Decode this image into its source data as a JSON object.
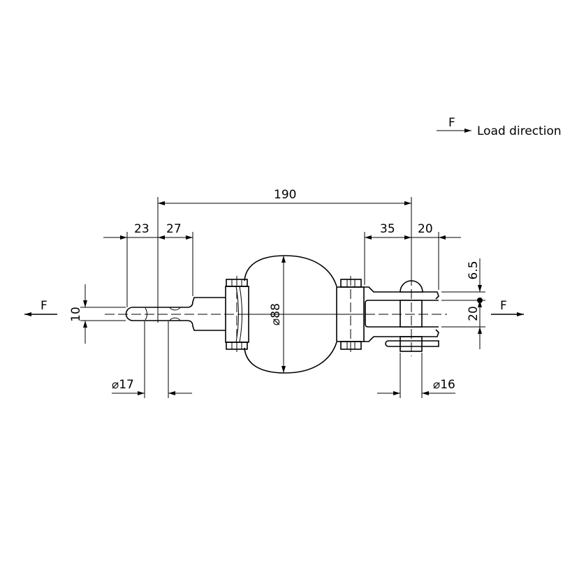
{
  "legend": {
    "force_symbol": "F",
    "label": "Load direction"
  },
  "forces": {
    "left": "F",
    "right": "F"
  },
  "dimensions": {
    "overall_length": "190",
    "left_eye_offset": "23",
    "left_neck_offset": "27",
    "clevis_length": "35",
    "clevis_end": "20",
    "ball_diameter": "⌀88",
    "left_thickness": "10",
    "left_hole_diameter": "⌀17",
    "pin_diameter": "⌀16",
    "load_point_offset": "6.5",
    "slot_width": "20"
  },
  "colors": {
    "line": "#000000",
    "background": "#ffffff"
  }
}
